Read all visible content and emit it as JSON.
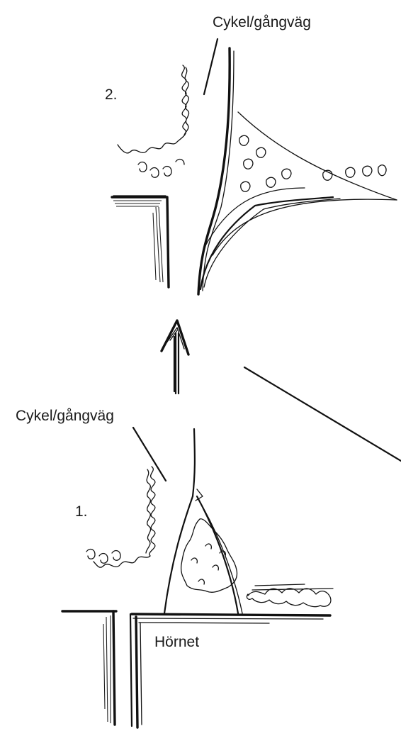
{
  "diagram": {
    "sketch_2": {
      "number_label": "2.",
      "path_label": "Cykel/gångväg"
    },
    "sketch_1": {
      "number_label": "1.",
      "path_label": "Cykel/gångväg",
      "corner_label": "Hörnet"
    }
  },
  "colors": {
    "ink": "#111111",
    "background": "#ffffff"
  }
}
